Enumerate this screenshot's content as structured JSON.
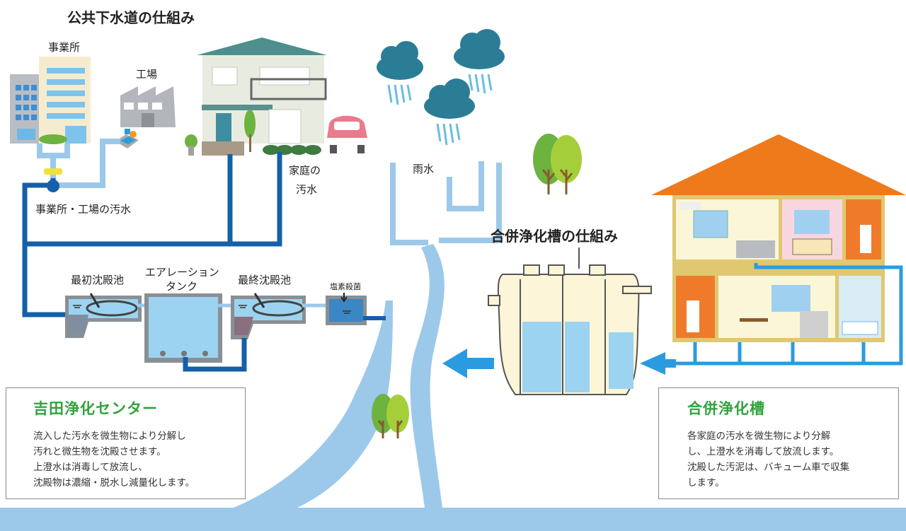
{
  "titles": {
    "public_sewer": "公共下水道の仕組み",
    "septic": "合併浄化槽の仕組み"
  },
  "labels": {
    "office": "事業所",
    "factory": "工場",
    "home_wastewater_1": "家庭の",
    "home_wastewater_2": "汚水",
    "office_factory_wastewater": "事業所・工場の汚水",
    "rainwater": "雨水",
    "primary_settling": "最初沈殿池",
    "aeration_1": "エアレーション",
    "aeration_2": "タンク",
    "final_settling": "最終沈殿池",
    "chlorination": "塩素殺菌"
  },
  "info_left": {
    "title": "吉田浄化センター",
    "lines": [
      "流入した汚水を微生物により分解し",
      "汚れと微生物を沈殿させます。",
      "上澄水は消毒して放流し、",
      "沈殿物は濃縮・脱水し減量化します。"
    ]
  },
  "info_right": {
    "title": "合併浄化槽",
    "lines": [
      "各家庭の汚水を微生物により分解",
      "し、上澄水を消毒して放流します。",
      "沈殿した汚泥は、バキューム車で収集",
      "します。"
    ]
  },
  "colors": {
    "pipe_dark": "#1560a8",
    "pipe_light": "#9cc9ea",
    "river": "#9cc9ea",
    "arrow": "#2b9be0",
    "roof_orange": "#ee7a1c",
    "green_title": "#2fa33c",
    "cloud": "#2b7d96"
  }
}
